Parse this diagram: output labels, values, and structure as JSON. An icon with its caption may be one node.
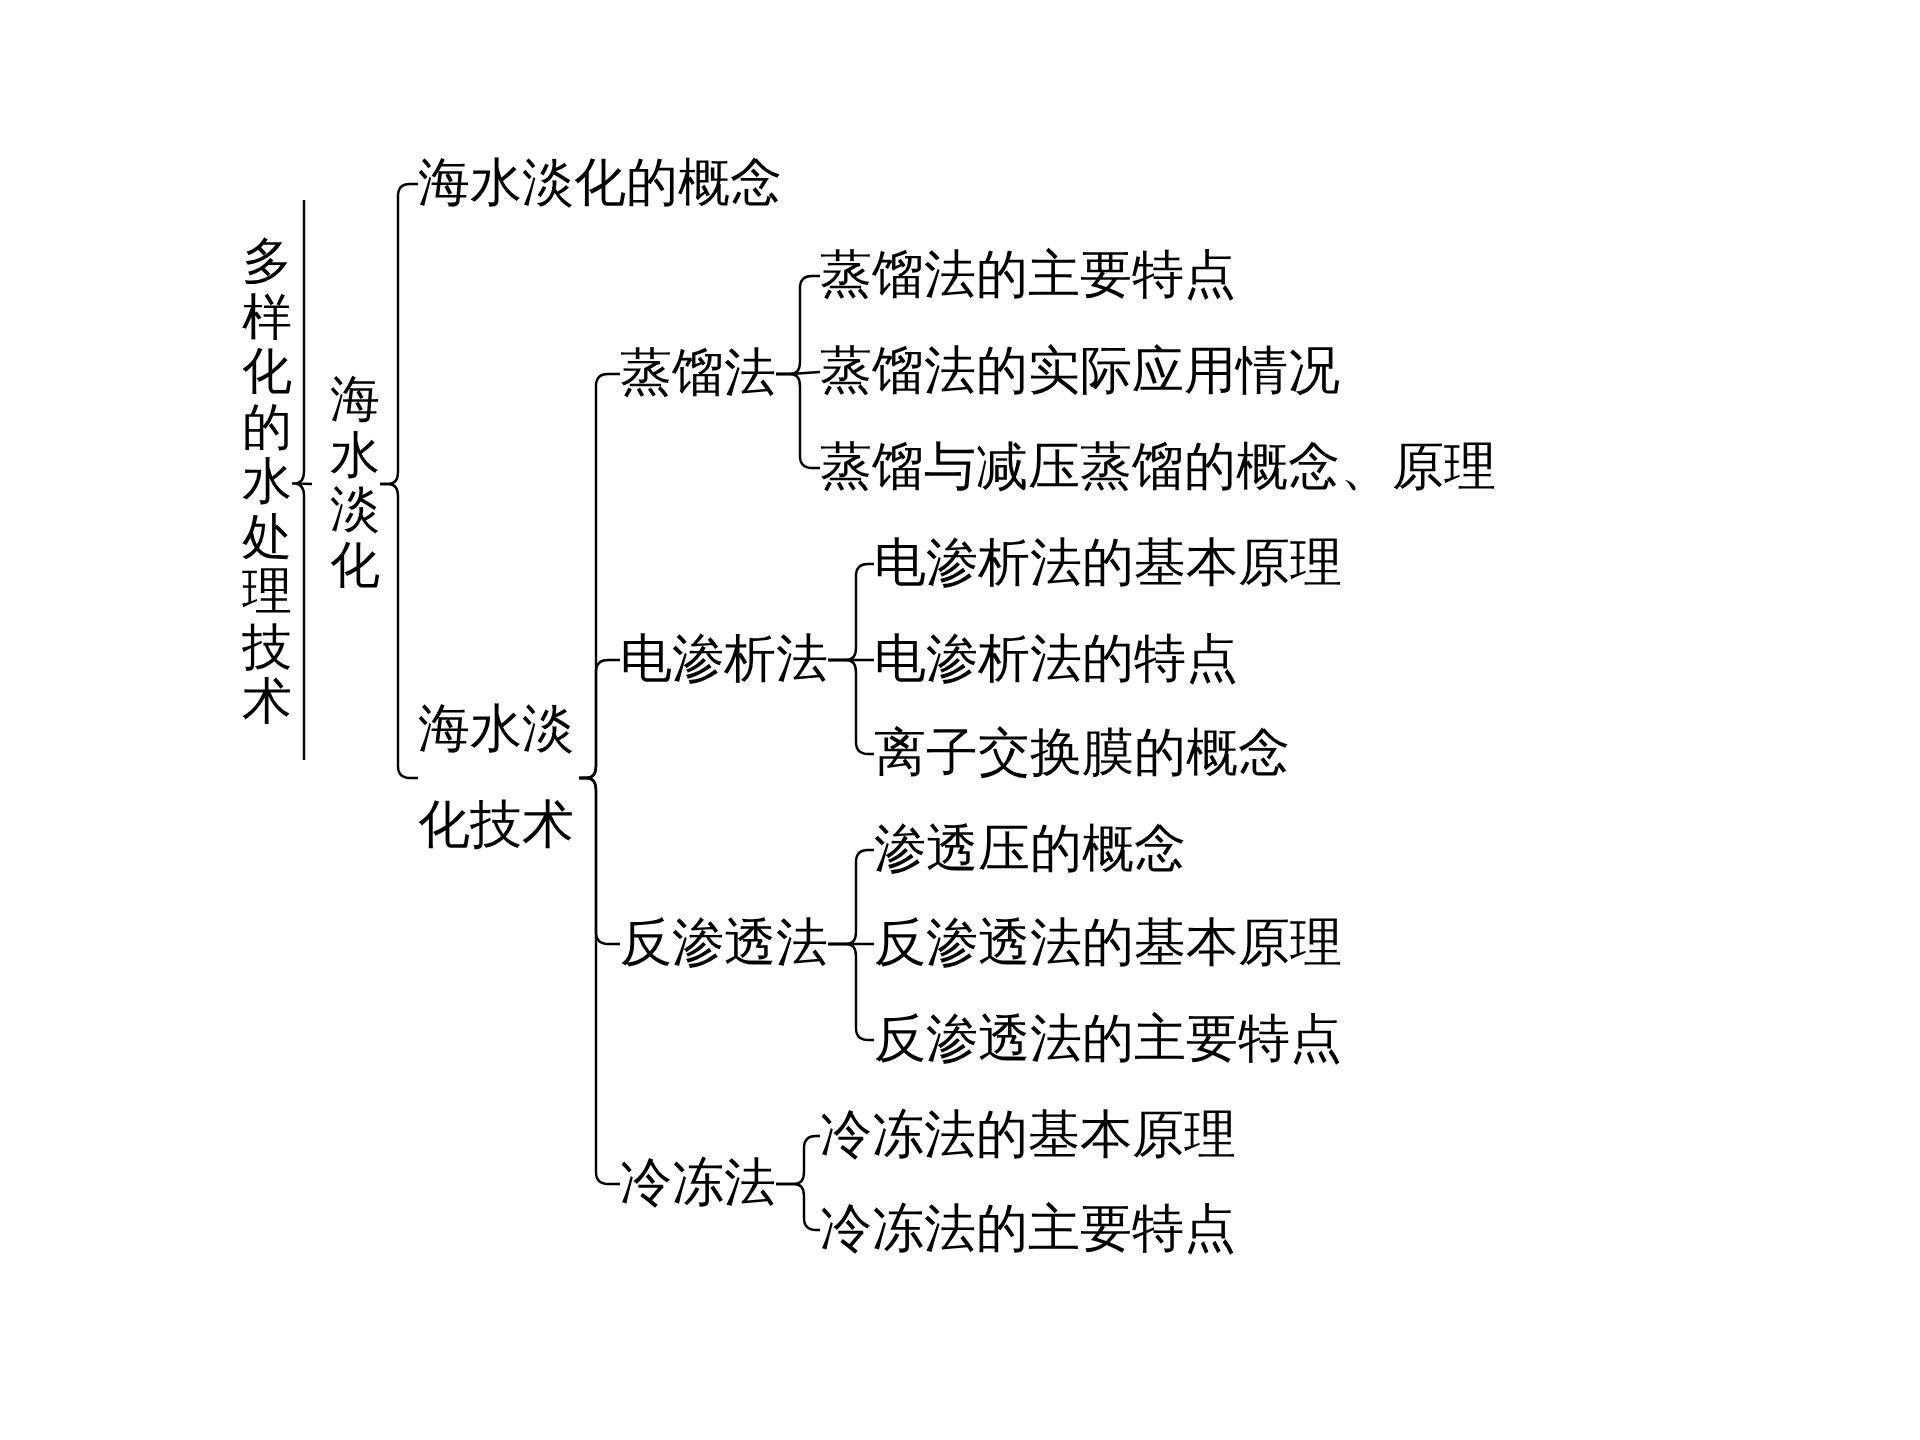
{
  "diagram": {
    "nodes": [
      {
        "text": [
          "多样化的水处理技术"
        ]
      },
      {
        "text": [
          "海水淡化"
        ]
      },
      {
        "text": [
          "海水淡化的概念"
        ]
      },
      {
        "text": [
          "海水淡化技术"
        ]
      },
      {
        "text": [
          "蒸馏法"
        ]
      },
      {
        "text": [
          "蒸馏法的主要特点"
        ]
      },
      {
        "text": [
          "蒸馏法的实际应用情况"
        ]
      },
      {
        "text": [
          "蒸馏与减压蒸馏的概念、原理"
        ]
      },
      {
        "text": [
          "电渗析法"
        ]
      },
      {
        "text": [
          "电渗析法的基本原理"
        ]
      },
      {
        "text": [
          "电渗析法的特点"
        ]
      },
      {
        "text": [
          "离子交换膜的概念"
        ]
      },
      {
        "text": [
          "反渗透法"
        ]
      },
      {
        "text": [
          "渗透压的概念"
        ]
      },
      {
        "text": [
          "反渗透法的基本原理"
        ]
      },
      {
        "text": [
          "反渗透法的主要特点"
        ]
      },
      {
        "text": [
          "冷冻法"
        ]
      },
      {
        "text": [
          "冷冻法的基本原理"
        ]
      },
      {
        "text": [
          "冷冻法的主要特点"
        ]
      }
    ],
    "edges": [
      {
        "from": 0,
        "to": 1,
        "arrow": "none"
      },
      {
        "from": 1,
        "to": 2,
        "arrow": "none"
      },
      {
        "from": 1,
        "to": 3,
        "arrow": "none"
      },
      {
        "from": 3,
        "to": 4,
        "arrow": "none"
      },
      {
        "from": 3,
        "to": 8,
        "arrow": "none"
      },
      {
        "from": 3,
        "to": 12,
        "arrow": "none"
      },
      {
        "from": 3,
        "to": 16,
        "arrow": "none"
      },
      {
        "from": 4,
        "to": 5,
        "arrow": "none"
      },
      {
        "from": 4,
        "to": 6,
        "arrow": "none"
      },
      {
        "from": 4,
        "to": 7,
        "arrow": "none"
      },
      {
        "from": 8,
        "to": 9,
        "arrow": "none"
      },
      {
        "from": 8,
        "to": 10,
        "arrow": "none"
      },
      {
        "from": 8,
        "to": 11,
        "arrow": "none"
      },
      {
        "from": 12,
        "to": 13,
        "arrow": "none"
      },
      {
        "from": 12,
        "to": 14,
        "arrow": "none"
      },
      {
        "from": 12,
        "to": 15,
        "arrow": "none"
      },
      {
        "from": 16,
        "to": 17,
        "arrow": "none"
      },
      {
        "from": 16,
        "to": 18,
        "arrow": "none"
      }
    ]
  }
}
